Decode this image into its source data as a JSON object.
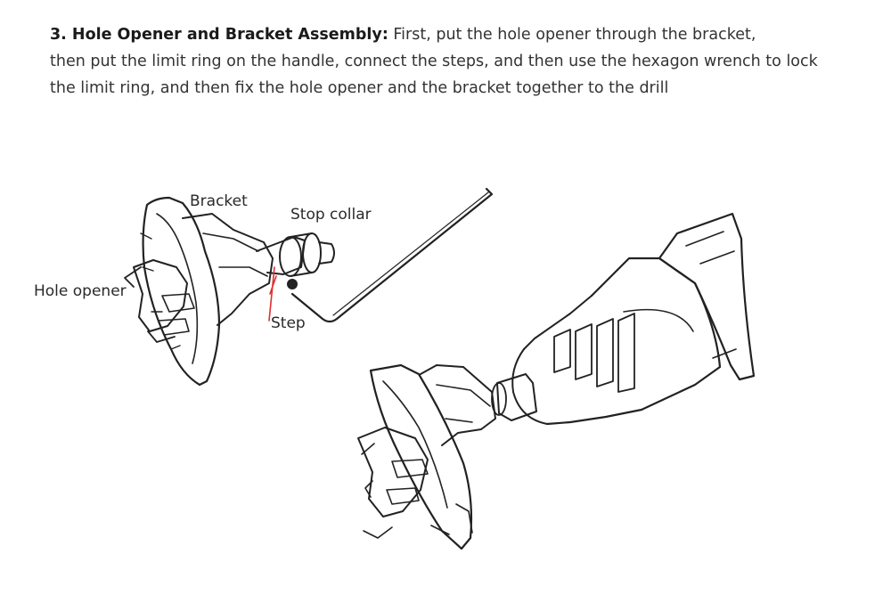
{
  "instructions": {
    "step_heading": "3. Hole Opener and Bracket Assembly:",
    "line1": " First, put the hole opener through the bracket,",
    "line2": "then put the limit ring on the handle, connect the steps, and then use the hexagon wrench to lock",
    "line3": "the limit ring, and then fix the hole opener and the bracket together to the drill"
  },
  "labels": {
    "bracket": "Bracket",
    "stop_collar": "Stop collar",
    "hole_opener": "Hole opener",
    "step": "Step"
  },
  "colors": {
    "line_art": "#222222",
    "step_indicator": "#e03030"
  }
}
